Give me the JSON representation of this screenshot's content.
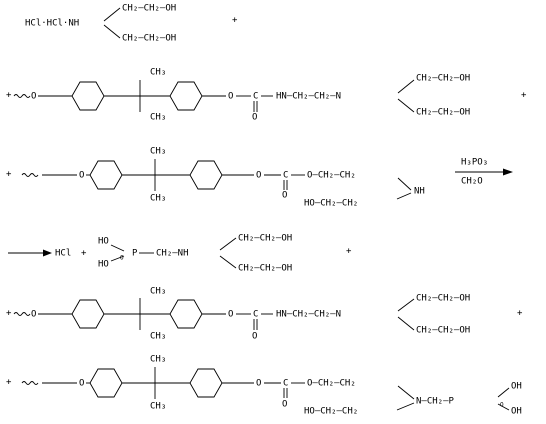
{
  "reactants": {
    "amine_salt": {
      "prefix": "HCl·HCl·NH",
      "arm1": "CH₂—CH₂—OH",
      "arm2": "CH₂—CH₂—OH",
      "plus": "+"
    },
    "carbamate_polymer": {
      "O": "O",
      "me_top": "CH₃",
      "me_bot": "CH₃",
      "O_link": "O",
      "C": "C",
      "carbonyl_O": "O",
      "chain": "HN—CH₂—CH₂—N",
      "arm1": "CH₂—CH₂—OH",
      "arm2": "CH₂—CH₂—OH",
      "plus": "+"
    },
    "carbonate_polymer": {
      "O": "O",
      "me_top": "CH₃",
      "me_bot": "CH₃",
      "O_link": "O",
      "C": "C",
      "carbonyl_O": "O",
      "chain": "O—CH₂—CH₂",
      "NH": "NH",
      "arm": "HO—CH₂—CH₂"
    }
  },
  "reagents": {
    "above": "H₃PO₃",
    "below": "CH₂O"
  },
  "products": {
    "phosphonate": {
      "HCl": "HCl",
      "plus_left": "+",
      "HO_top": "HO",
      "HO_bot": "HO",
      "P": "P",
      "P_O": "O",
      "chain": "CH₂—NH",
      "arm1": "CH₂—CH₂—OH",
      "arm2": "CH₂—CH₂—OH",
      "plus": "+"
    },
    "carbamate_polymer": {
      "O": "O",
      "me_top": "CH₃",
      "me_bot": "CH₃",
      "O_link": "O",
      "C": "C",
      "carbonyl_O": "O",
      "chain": "HN—CH₂—CH₂—N",
      "arm1": "CH₂—CH₂—OH",
      "arm2": "CH₂—CH₂—OH",
      "plus": "+"
    },
    "phosphonate_polymer": {
      "O": "O",
      "me_top": "CH₃",
      "me_bot": "CH₃",
      "O_link": "O",
      "C": "C",
      "carbonyl_O": "O",
      "chain": "O—CH₂—CH₂",
      "arm": "HO—CH₂—CH₂",
      "N_chain": "N—CH₂—P",
      "OH_top": "OH",
      "OH_bot": "OH",
      "P_O": "O"
    }
  }
}
